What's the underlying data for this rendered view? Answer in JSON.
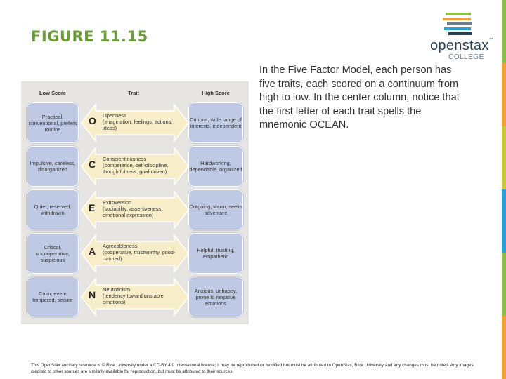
{
  "slide": {
    "title": "FIGURE 11.15",
    "caption": "In the Five Factor Model, each person has five traits, each scored on a continuum from high to low. In the center column, notice that the first letter of each trait spells the mnemonic OCEAN.",
    "footer": "This OpenStax ancillary resource is © Rice University under a CC-BY 4.0 International license; it may be reproduced or modified but must be attributed to OpenStax, Rice University and any changes must be noted. Any images credited to other sources are similarly available for reproduction, but must be attributed to their sources."
  },
  "logo": {
    "name": "openstax",
    "tm": "™",
    "sub": "COLLEGE",
    "stripe_colors": [
      "#8fbf4a",
      "#f0a03a",
      "#6d7f8c",
      "#2d9fd6",
      "#2b3e4e",
      "#c7c43d"
    ]
  },
  "colors": {
    "title": "#6a9a3c",
    "box_fill": "#bfc9e3",
    "arrow_fill": "#f8edc9",
    "figure_bg": "#e7e5e2"
  },
  "figure": {
    "headers": {
      "low": "Low Score",
      "trait": "Trait",
      "high": "High Score"
    },
    "rows": [
      {
        "low": "Practical, conventional, prefers routine",
        "letter": "O",
        "trait_name": "Openness",
        "trait_desc": "(imagination, feelings, actions, ideas)",
        "high": "Curious, wide range of interests, independent"
      },
      {
        "low": "Impulsive, careless, disorganized",
        "letter": "C",
        "trait_name": "Conscientiousness",
        "trait_desc": "(competence, self-discipline, thoughtfulness, goal-driven)",
        "high": "Hardworking, dependable, organized"
      },
      {
        "low": "Quiet, reserved, withdrawn",
        "letter": "E",
        "trait_name": "Extroversion",
        "trait_desc": "(sociability, assertiveness, emotional expression)",
        "high": "Outgoing, warm, seeks adventure"
      },
      {
        "low": "Critical, uncooperative, suspicious",
        "letter": "A",
        "trait_name": "Agreeableness",
        "trait_desc": "(cooperative, trustworthy, good-natured)",
        "high": "Helpful, trusting, empathetic"
      },
      {
        "low": "Calm, even-tempered, secure",
        "letter": "N",
        "trait_name": "Neuroticism",
        "trait_desc": "(tendency toward unstable emotions)",
        "high": "Anxious, unhappy, prone to negative emotions"
      }
    ]
  }
}
